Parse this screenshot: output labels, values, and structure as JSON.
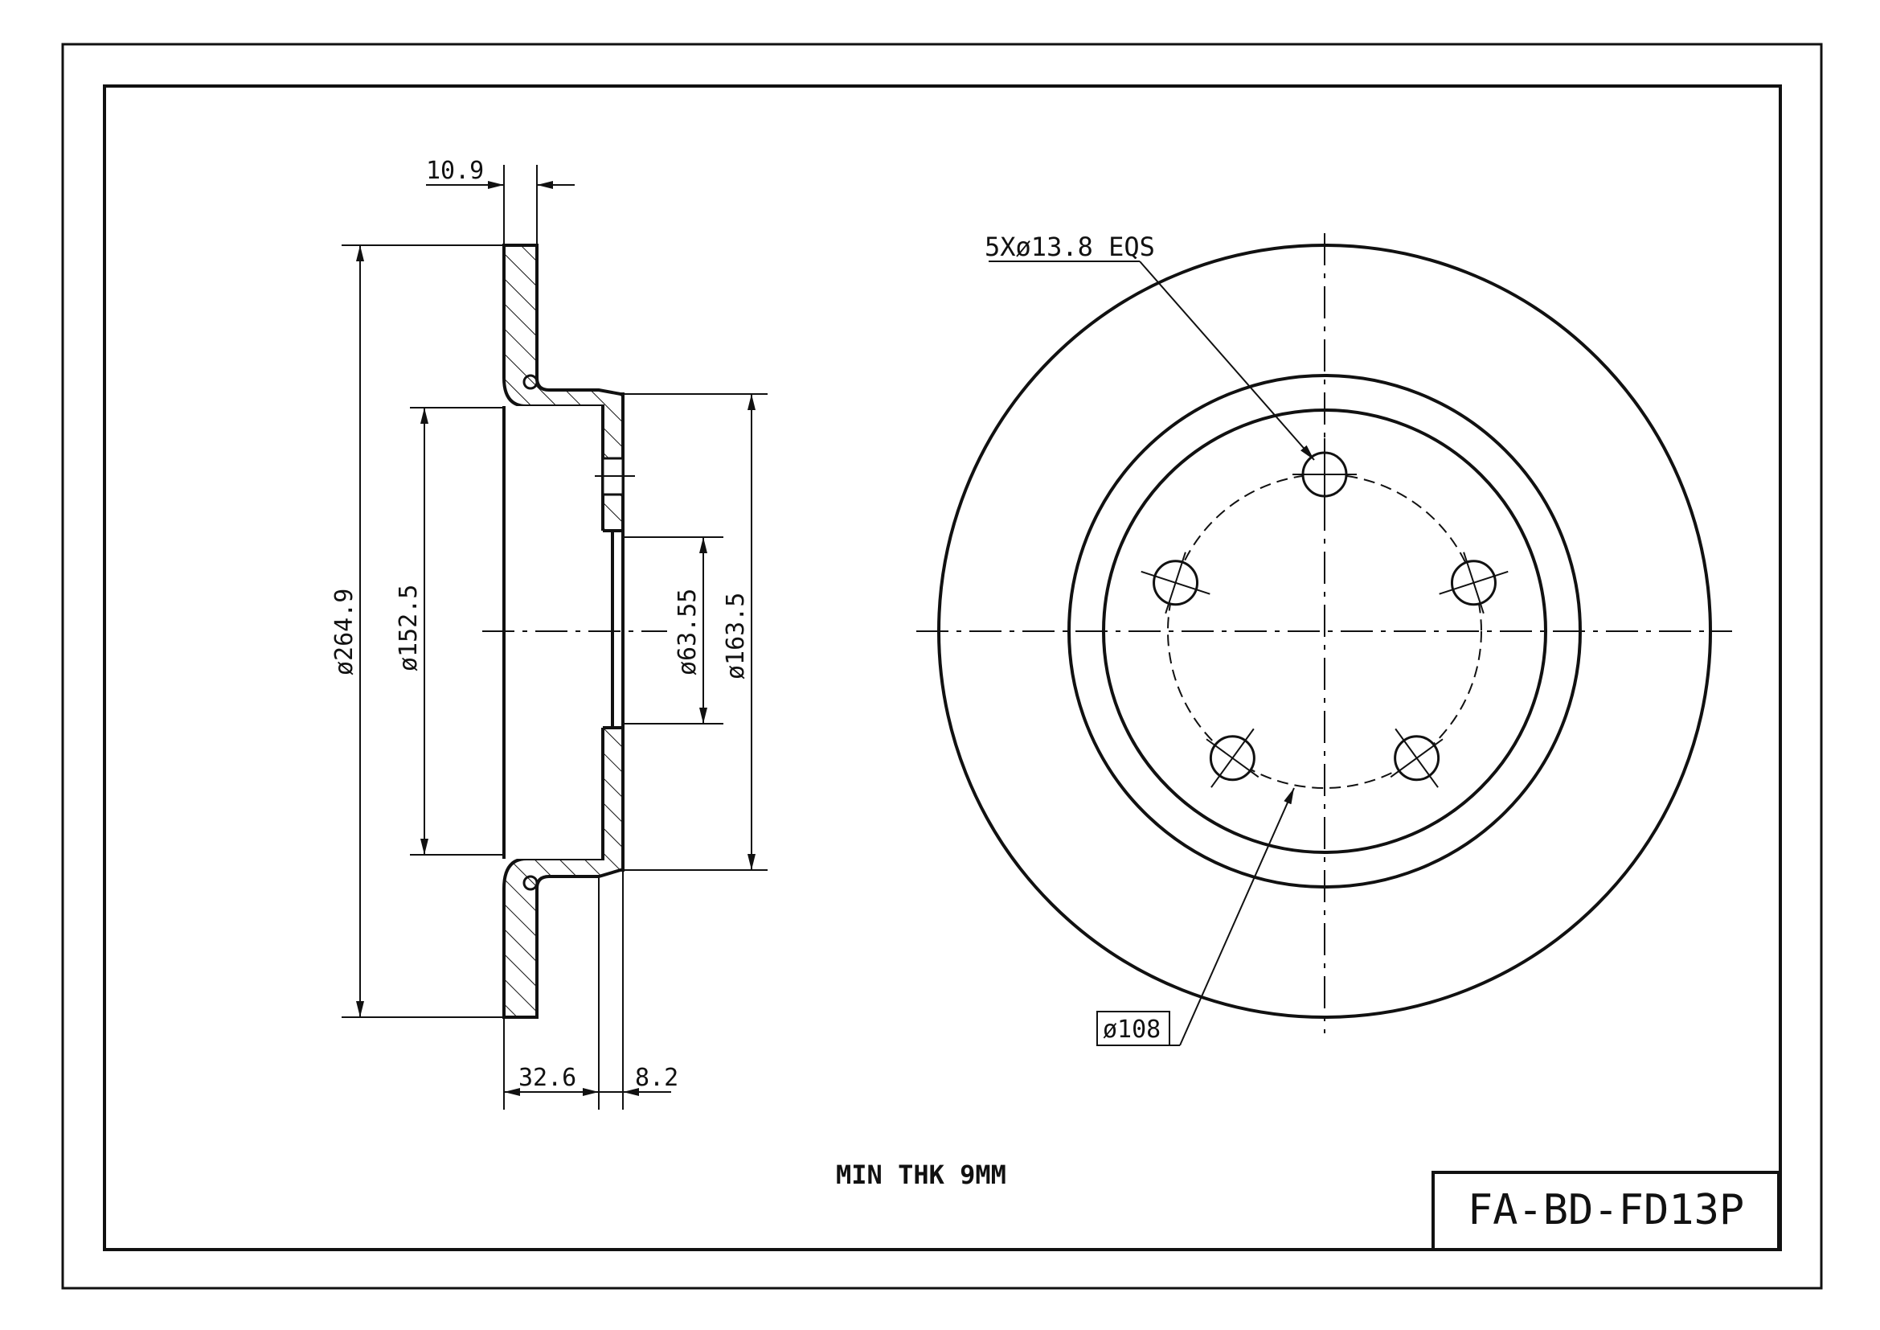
{
  "dimensions": {
    "hub_offset_top": "10.9",
    "outer_diameter": "ø264.9",
    "center_bore_region": "ø152.5",
    "hat_inner": "ø63.55",
    "hat_outer": "ø163.5",
    "overall_height": "32.6",
    "hat_thickness": "8.2"
  },
  "callouts": {
    "bolt_holes": "5Xø13.8 EQS",
    "pcd": "ø108"
  },
  "notes": {
    "min_thickness": "MIN THK 9MM"
  },
  "title_block": {
    "part_number": "FA-BD-FD13P"
  },
  "bolt_hole_count": 5
}
